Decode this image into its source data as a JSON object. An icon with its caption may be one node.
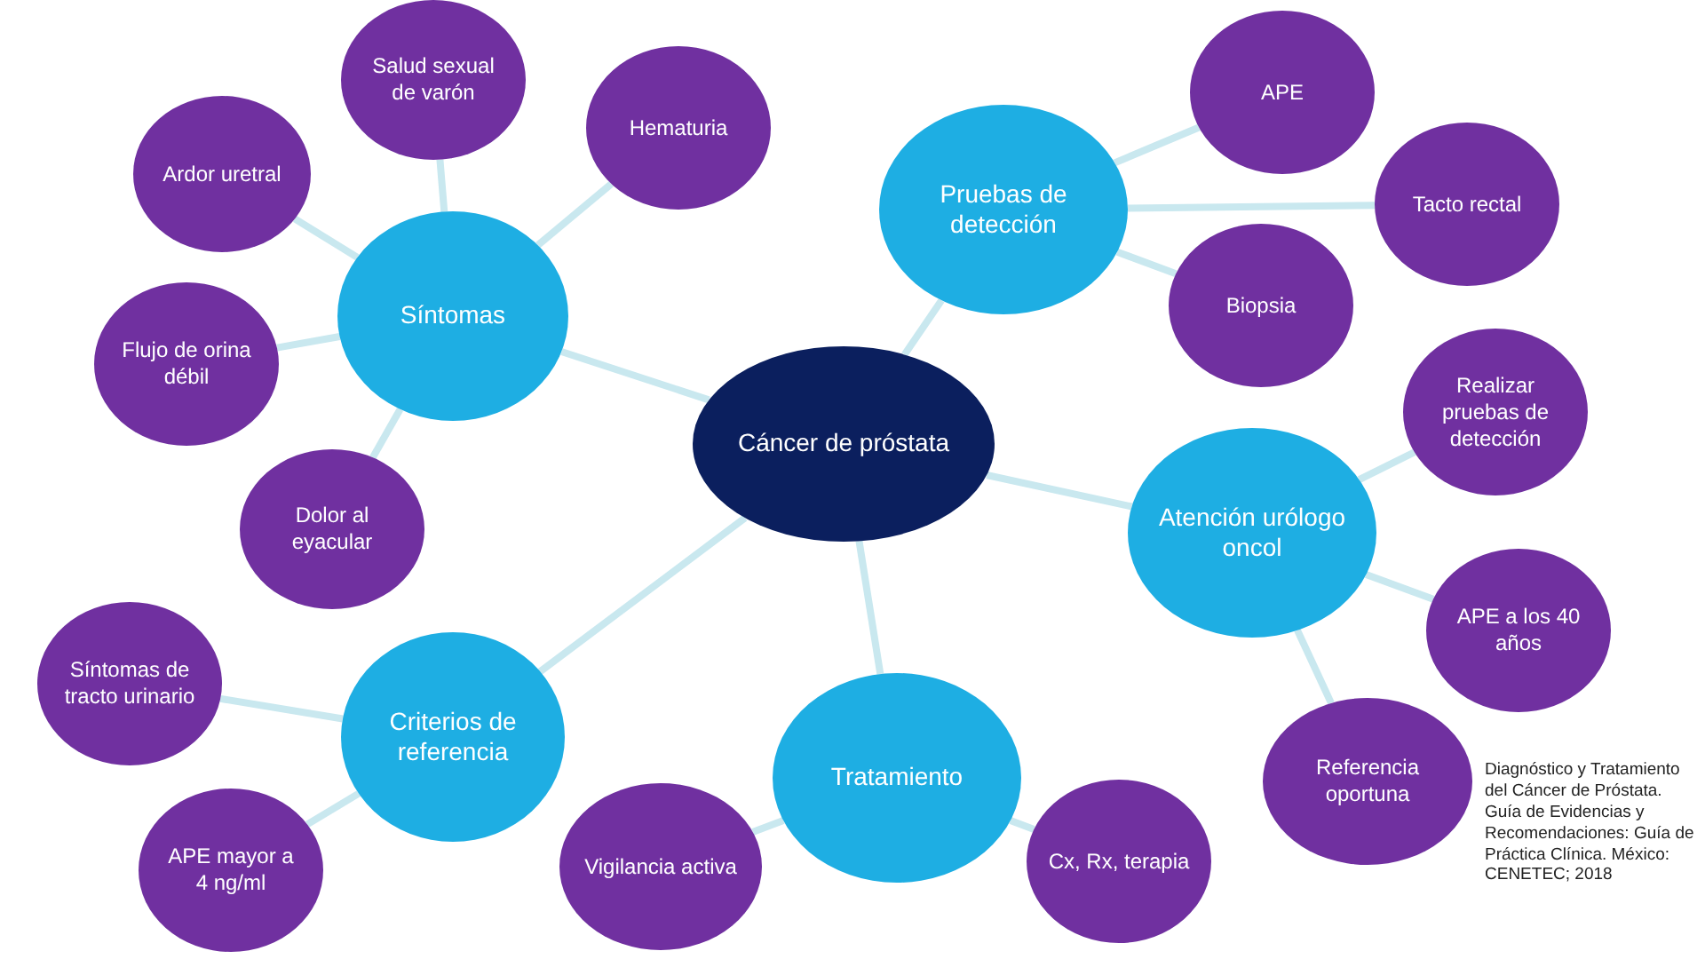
{
  "diagram": {
    "nodes": [
      {
        "text": [
          "Cáncer de próstata"
        ]
      },
      {
        "text": [
          "Síntomas"
        ]
      },
      {
        "text": [
          "Ardor uretral"
        ]
      },
      {
        "text": [
          "Salud sexual de varón"
        ]
      },
      {
        "text": [
          "Hematuria"
        ]
      },
      {
        "text": [
          "Flujo de orina débil"
        ]
      },
      {
        "text": [
          "Dolor al eyacular"
        ]
      },
      {
        "text": [
          "Pruebas de detección"
        ]
      },
      {
        "text": [
          "APE"
        ]
      },
      {
        "text": [
          "Tacto rectal"
        ]
      },
      {
        "text": [
          "Biopsia"
        ]
      },
      {
        "text": [
          "Atención urólogo oncol"
        ]
      },
      {
        "text": [
          "Realizar pruebas de detección"
        ]
      },
      {
        "text": [
          "APE a los 40 años"
        ]
      },
      {
        "text": [
          "Referencia oportuna"
        ]
      },
      {
        "text": [
          "Criterios de referencia"
        ]
      },
      {
        "text": [
          "Síntomas de tracto urinario"
        ]
      },
      {
        "text": [
          "APE mayor a 4 ng/ml"
        ]
      },
      {
        "text": [
          "Tratamiento"
        ]
      },
      {
        "text": [
          "Vigilancia activa"
        ]
      },
      {
        "text": [
          "Cx, Rx, terapia"
        ]
      }
    ],
    "edges": [
      {
        "from": 0,
        "to": 1,
        "arrow": "none"
      },
      {
        "from": 1,
        "to": 2,
        "arrow": "none"
      },
      {
        "from": 1,
        "to": 3,
        "arrow": "none"
      },
      {
        "from": 1,
        "to": 4,
        "arrow": "none"
      },
      {
        "from": 1,
        "to": 5,
        "arrow": "none"
      },
      {
        "from": 1,
        "to": 6,
        "arrow": "none"
      },
      {
        "from": 0,
        "to": 7,
        "arrow": "none"
      },
      {
        "from": 7,
        "to": 8,
        "arrow": "none"
      },
      {
        "from": 7,
        "to": 9,
        "arrow": "none"
      },
      {
        "from": 7,
        "to": 10,
        "arrow": "none"
      },
      {
        "from": 0,
        "to": 11,
        "arrow": "none"
      },
      {
        "from": 11,
        "to": 12,
        "arrow": "none"
      },
      {
        "from": 11,
        "to": 13,
        "arrow": "none"
      },
      {
        "from": 11,
        "to": 14,
        "arrow": "none"
      },
      {
        "from": 0,
        "to": 15,
        "arrow": "none"
      },
      {
        "from": 15,
        "to": 16,
        "arrow": "none"
      },
      {
        "from": 15,
        "to": 17,
        "arrow": "none"
      },
      {
        "from": 0,
        "to": 18,
        "arrow": "none"
      },
      {
        "from": 18,
        "to": 19,
        "arrow": "none"
      },
      {
        "from": 18,
        "to": 20,
        "arrow": "none"
      }
    ],
    "labels": [
      "Diagnóstico y Tratamiento del Cáncer de Próstata. Guía de Evidencias y Recomendaciones: Guía de Práctica Clínica. México: CENETEC; 2018"
    ]
  }
}
